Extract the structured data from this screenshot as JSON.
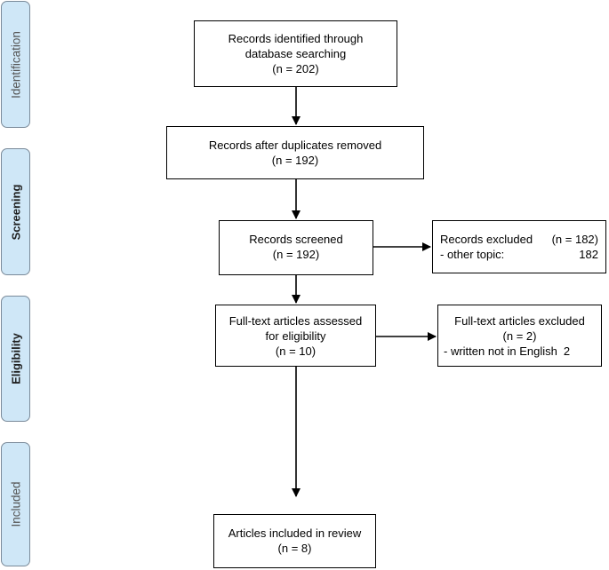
{
  "phases": {
    "identification": "Identification",
    "screening": "Screening",
    "eligibility": "Eligibility",
    "included": "Included"
  },
  "boxes": {
    "identified": {
      "line1": "Records identified through",
      "line2": "database searching",
      "line3": "(n = 202)"
    },
    "duplicates": {
      "line1": "Records after duplicates removed",
      "line2": "(n = 192)"
    },
    "screened": {
      "line1": "Records screened",
      "line2": "(n = 192)"
    },
    "excluded": {
      "label": "Records excluded",
      "count": "(n = 182)",
      "reason": "- other topic:",
      "reason_count": "182"
    },
    "fulltext": {
      "line1": "Full-text articles assessed",
      "line2": "for eligibility",
      "line3": "(n = 10)"
    },
    "fulltext_excluded": {
      "line1": "Full-text articles excluded",
      "line2": "(n =  2)",
      "reason": "- written not in English",
      "reason_count": "2"
    },
    "included": {
      "line1": "Articles included in review",
      "line2": "(n =  8)"
    }
  }
}
